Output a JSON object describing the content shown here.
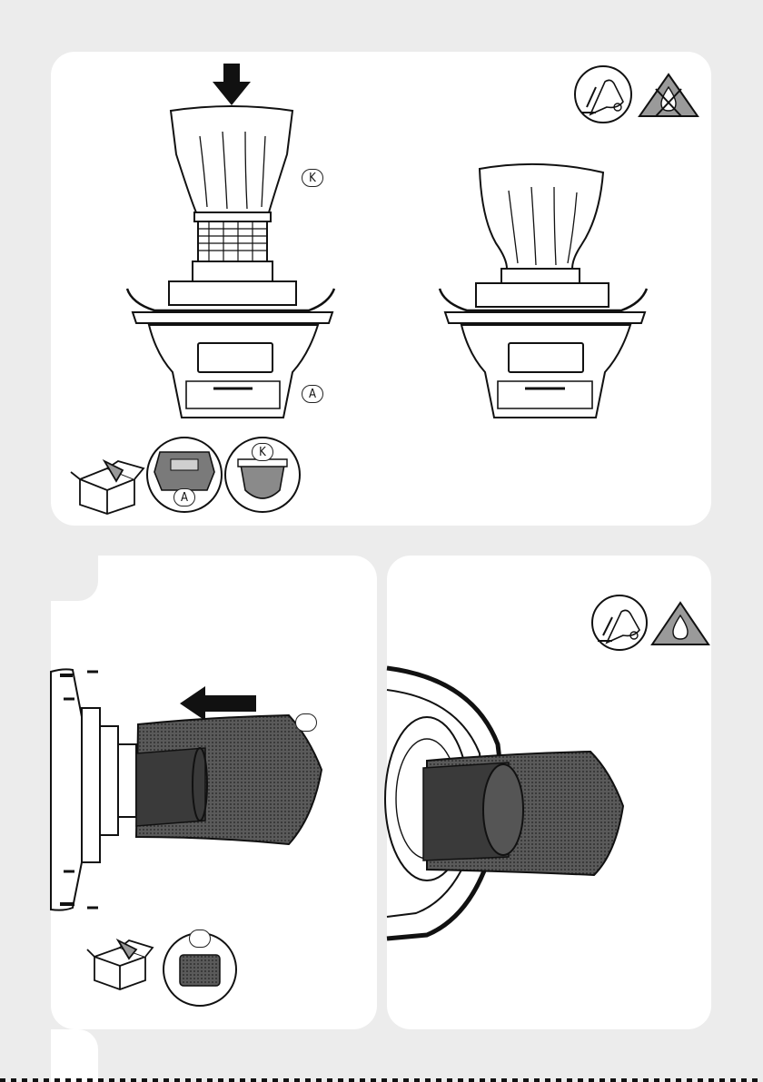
{
  "top_panel": {
    "part_labels": {
      "bag": "K",
      "base": "A"
    },
    "supplies": {
      "bag": "K",
      "base": "A"
    },
    "icons": [
      "vacuum-icon",
      "no-wet-warning-icon"
    ]
  },
  "bottom_left_panel": {
    "filter_label": "",
    "supplies_label": ""
  },
  "bottom_right_panel": {
    "icons": [
      "vacuum-icon",
      "wet-warning-icon"
    ]
  },
  "colors": {
    "background": "#ececec",
    "panel": "#ffffff",
    "ink": "#111111",
    "mesh": "#3a3a3a",
    "grey_fill": "#8a8a8a"
  }
}
